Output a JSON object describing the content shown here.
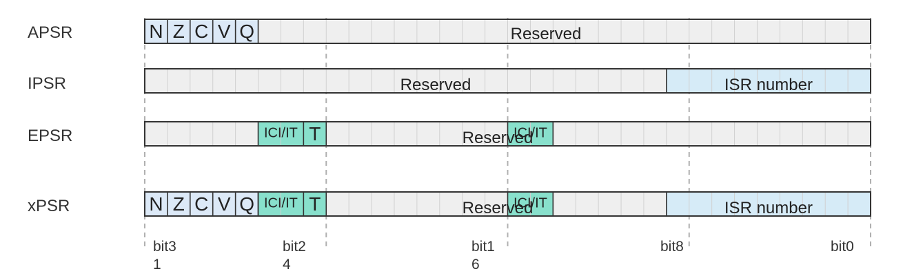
{
  "colors": {
    "cell_fill": "#efefef",
    "cell_line": "#d0d0d0",
    "border": "#333333",
    "flag_fill": "#dce9f7",
    "isr_fill": "#d6ebf7",
    "ici_fill": "#88e0cc",
    "guide": "#b0b0b0"
  },
  "registers": [
    {
      "name": "APSR",
      "flags": [
        "N",
        "Z",
        "C",
        "V",
        "Q"
      ],
      "reserved_label": "Reserved"
    },
    {
      "name": "IPSR",
      "reserved_label": "Reserved",
      "isr_label": "ISR number"
    },
    {
      "name": "EPSR",
      "ici_left": "ICI/IT",
      "t_bit": "T",
      "reserved_label": "Reserved",
      "ici_right": "ICI/IT"
    },
    {
      "name": "xPSR",
      "flags": [
        "N",
        "Z",
        "C",
        "V",
        "Q"
      ],
      "ici_left": "ICI/IT",
      "t_bit": "T",
      "reserved_label": "Reserved",
      "ici_right": "ICI/IT",
      "isr_label": "ISR number"
    }
  ],
  "bit_markers": [
    {
      "line1": "bit3",
      "line2": "1"
    },
    {
      "line1": "bit2",
      "line2": "4"
    },
    {
      "line1": "bit1",
      "line2": "6"
    },
    {
      "line1": "bit8",
      "line2": ""
    },
    {
      "line1": "bit0",
      "line2": ""
    }
  ]
}
